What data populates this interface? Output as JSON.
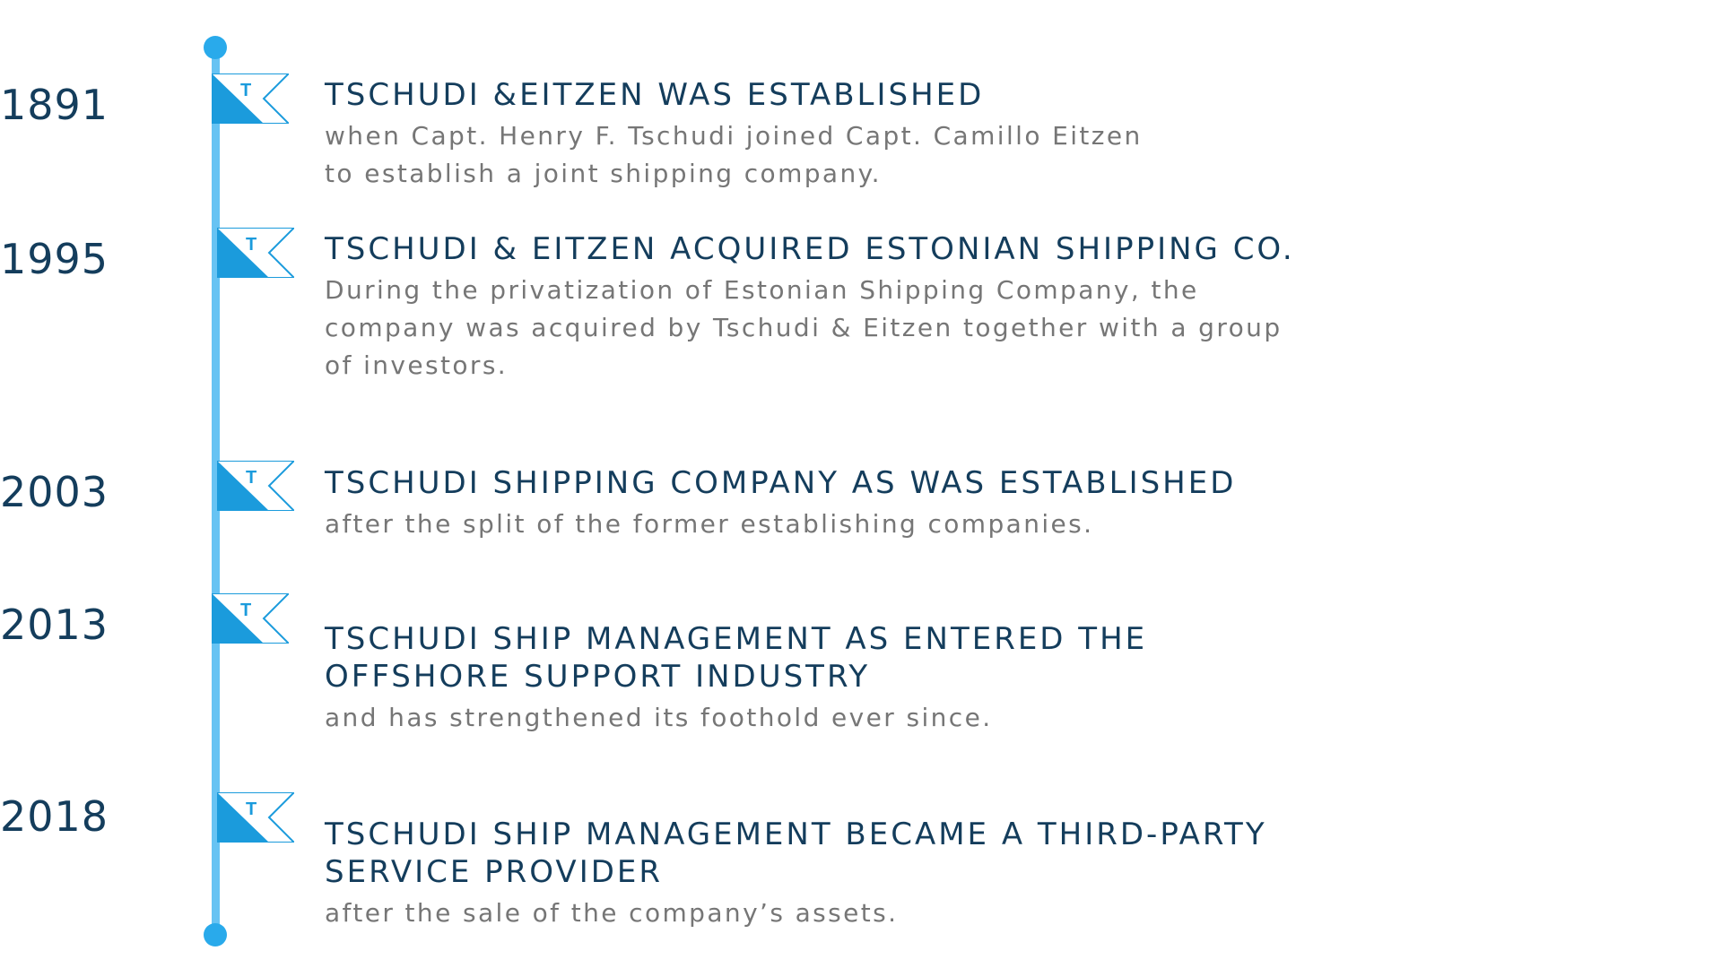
{
  "timeline": {
    "accent_color": "#29aaeb",
    "line_color": "#67c3f3",
    "title_color": "#143d5c",
    "desc_color": "#767676",
    "flag_icon": "tschudi-flag-icon",
    "events": [
      {
        "year": "1891",
        "title": "TSCHUDI &EITZEN WAS ESTABLISHED",
        "description_lines": [
          "when Capt. Henry F. Tschudi joined Capt. Camillo Eitzen",
          "to establish a joint shipping company."
        ]
      },
      {
        "year": "1995",
        "title": "TSCHUDI & EITZEN ACQUIRED ESTONIAN SHIPPING CO.",
        "description_lines": [
          "During the privatization of Estonian Shipping Company, the",
          "company was acquired by Tschudi & Eitzen together with a group",
          "of investors."
        ]
      },
      {
        "year": "2003",
        "title": "TSCHUDI SHIPPING COMPANY AS WAS ESTABLISHED",
        "description_lines": [
          "after the split of the former establishing companies."
        ]
      },
      {
        "year": "2013",
        "title_lines": [
          "TSCHUDI SHIP MANAGEMENT AS ENTERED THE",
          "OFFSHORE SUPPORT INDUSTRY"
        ],
        "description_lines": [
          "and has strengthened its foothold ever since."
        ]
      },
      {
        "year": "2018",
        "title_lines": [
          "TSCHUDI SHIP MANAGEMENT BECAME A THIRD-PARTY",
          "SERVICE PROVIDER"
        ],
        "description_lines": [
          "after the sale of the company’s assets."
        ]
      }
    ]
  }
}
